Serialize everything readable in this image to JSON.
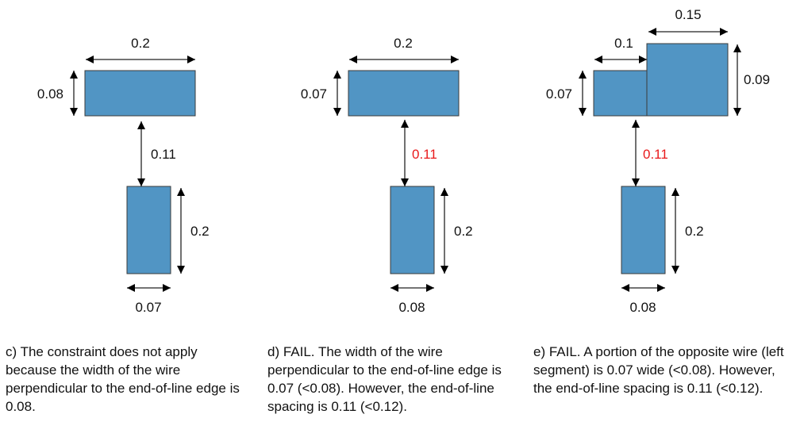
{
  "colors": {
    "wire": "#5195c4",
    "violation": "#e8191b",
    "text": "#111111"
  },
  "panels": [
    {
      "id": "c",
      "wires": {
        "top_width": "0.2",
        "top_height": "0.08",
        "bottom_height": "0.2",
        "bottom_width": "0.07"
      },
      "spacing": {
        "value": "0.11",
        "violation": false
      },
      "caption": "c) The constraint does not apply because the width of the wire perpendicular to the end-of-line edge is 0.08."
    },
    {
      "id": "d",
      "wires": {
        "top_width": "0.2",
        "top_height": "0.07",
        "bottom_height": "0.2",
        "bottom_width": "0.08"
      },
      "spacing": {
        "value": "0.11",
        "violation": true
      },
      "caption": "d) FAIL. The width of the wire perpendicular to the end-of-line edge is 0.07 (<0.08). However, the end-of-line spacing is 0.11 (<0.12)."
    },
    {
      "id": "e",
      "wires": {
        "left_width": "0.1",
        "right_width": "0.15",
        "left_height": "0.07",
        "right_height": "0.09",
        "bottom_height": "0.2",
        "bottom_width": "0.08"
      },
      "spacing": {
        "value": "0.11",
        "violation": true
      },
      "caption": "e) FAIL. A portion of the opposite wire (left segment) is 0.07 wide (<0.08). However, the end-of-line spacing is 0.11 (<0.12)."
    }
  ]
}
